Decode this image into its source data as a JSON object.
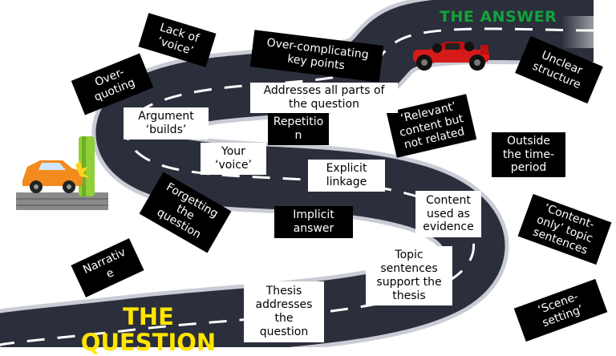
{
  "titles": {
    "answer": "THE ANSWER",
    "question": "THE\nQUESTION"
  },
  "labels": {
    "lack_of_voice": "Lack of\n‘voice’",
    "over_complicating": "Over-complicating\nkey points",
    "unclear_structure": "Unclear\nstructure",
    "over_quoting": "Over-\nquoting",
    "addresses_all_parts": "Addresses all parts of\nthe question",
    "argument_builds": "Argument\n‘builds’",
    "repetition": "Repetitio\nn",
    "relevant_content": "‘Relevant’\ncontent but\nnot related",
    "outside_time_period": "Outside\nthe time-\nperiod",
    "your_voice": "Your\n‘voice’",
    "explicit_linkage": "Explicit\nlinkage",
    "forgetting_question": "Forgetting\nthe\nquestion",
    "content_evidence": "Content\nused as\nevidence",
    "content_only": "‘Content-\nonly’ topic\nsentences",
    "implicit_answer": "Implicit\nanswer",
    "narrative": "Narrativ\ne",
    "topic_sentences": "Topic\nsentences\nsupport the\nthesis",
    "thesis_addresses": "Thesis\naddresses\nthe\nquestion",
    "scene_setting": "‘Scene-\nsetting’"
  },
  "colors": {
    "road": "#2b2e3b",
    "road_edge": "#c9ccd4",
    "answer_title": "#12a33a",
    "question_title": "#ffe500"
  },
  "icons": {
    "race_car": "race-car-icon",
    "crashed_car": "crashed-car-icon"
  }
}
